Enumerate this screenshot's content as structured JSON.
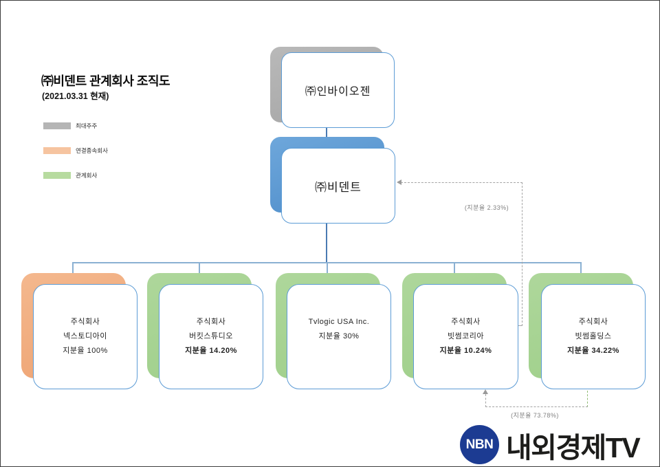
{
  "header": {
    "title": "㈜비덴트 관계회사 조직도",
    "subtitle": "(2021.03.31 현재)"
  },
  "legend": {
    "items": [
      {
        "label": "최대주주",
        "color": "#b5b5b5"
      },
      {
        "label": "연결종속회사",
        "color": "#f6c4a0"
      },
      {
        "label": "관계회사",
        "color": "#b7db9f"
      }
    ]
  },
  "org": {
    "root": {
      "name": "㈜인바이오젠",
      "shadow_color": "#adadad"
    },
    "parent": {
      "name": "㈜비덴트",
      "shadow_color": "#5b9bd5"
    },
    "children": [
      {
        "lines": [
          "주식회사",
          "넥스토디아이",
          "지분율 100%"
        ],
        "shadow_color": "#f1b183"
      },
      {
        "lines": [
          "주식회사",
          "버킷스튜디오",
          "지분율 14.20%"
        ],
        "shadow_color": "#a9d697"
      },
      {
        "lines": [
          "Tvlogic USA Inc.",
          "지분율 30%"
        ],
        "shadow_color": "#a9d697"
      },
      {
        "lines": [
          "주식회사",
          "빗썸코리아",
          "지분율 10.24%"
        ],
        "shadow_color": "#a9d697"
      },
      {
        "lines": [
          "주식회사",
          "빗썸홀딩스",
          "지분율 34.22%"
        ],
        "shadow_color": "#a9d697"
      }
    ],
    "annotations": [
      {
        "label": "(지분율 2.33%)"
      },
      {
        "label": "(지분율 73.78%)"
      }
    ]
  },
  "logo": {
    "badge": "NBN",
    "name": "내외경제TV",
    "badge_color": "#1c3b92"
  }
}
